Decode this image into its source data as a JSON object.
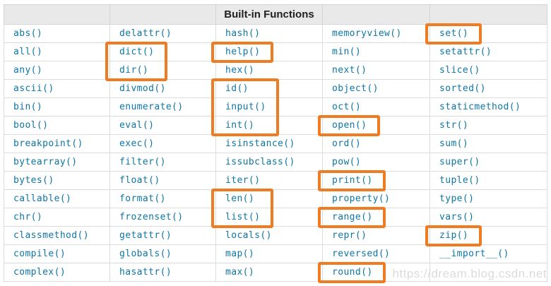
{
  "table": {
    "title": "Built-in Functions",
    "colors": {
      "text": "#0d76a4",
      "header_bg": "#e9e9e9",
      "header_text": "#1f1f1f",
      "border": "#dcdcdc",
      "header_border": "#d4d4d4"
    },
    "rows": [
      [
        "abs()",
        "delattr()",
        "hash()",
        "memoryview()",
        "set()"
      ],
      [
        "all()",
        "dict()",
        "help()",
        "min()",
        "setattr()"
      ],
      [
        "any()",
        "dir()",
        "hex()",
        "next()",
        "slice()"
      ],
      [
        "ascii()",
        "divmod()",
        "id()",
        "object()",
        "sorted()"
      ],
      [
        "bin()",
        "enumerate()",
        "input()",
        "oct()",
        "staticmethod()"
      ],
      [
        "bool()",
        "eval()",
        "int()",
        "open()",
        "str()"
      ],
      [
        "breakpoint()",
        "exec()",
        "isinstance()",
        "ord()",
        "sum()"
      ],
      [
        "bytearray()",
        "filter()",
        "issubclass()",
        "pow()",
        "super()"
      ],
      [
        "bytes()",
        "float()",
        "iter()",
        "print()",
        "tuple()"
      ],
      [
        "callable()",
        "format()",
        "len()",
        "property()",
        "type()"
      ],
      [
        "chr()",
        "frozenset()",
        "list()",
        "range()",
        "vars()"
      ],
      [
        "classmethod()",
        "getattr()",
        "locals()",
        "repr()",
        "zip()"
      ],
      [
        "compile()",
        "globals()",
        "map()",
        "reversed()",
        "__import__()"
      ],
      [
        "complex()",
        "hasattr()",
        "max()",
        "round()",
        ""
      ]
    ]
  },
  "highlights": {
    "color": "#ef7b22",
    "boxes": [
      {
        "labels": [
          "set()"
        ],
        "col": 4,
        "row_start": 0,
        "row_end": 0
      },
      {
        "labels": [
          "dict()",
          "dir()"
        ],
        "col": 1,
        "row_start": 1,
        "row_end": 2
      },
      {
        "labels": [
          "help()"
        ],
        "col": 2,
        "row_start": 1,
        "row_end": 1
      },
      {
        "labels": [
          "id()",
          "input()",
          "int()"
        ],
        "col": 2,
        "row_start": 3,
        "row_end": 5
      },
      {
        "labels": [
          "open()"
        ],
        "col": 3,
        "row_start": 5,
        "row_end": 5
      },
      {
        "labels": [
          "print()"
        ],
        "col": 3,
        "row_start": 8,
        "row_end": 8
      },
      {
        "labels": [
          "len()",
          "list()"
        ],
        "col": 2,
        "row_start": 9,
        "row_end": 10
      },
      {
        "labels": [
          "range()"
        ],
        "col": 3,
        "row_start": 10,
        "row_end": 10
      },
      {
        "labels": [
          "zip()"
        ],
        "col": 4,
        "row_start": 11,
        "row_end": 11
      },
      {
        "labels": [
          "round()"
        ],
        "col": 3,
        "row_start": 13,
        "row_end": 13
      }
    ]
  },
  "watermark": {
    "text": "https://dream.blog.csdn.net",
    "color": "#dbdbdb"
  }
}
